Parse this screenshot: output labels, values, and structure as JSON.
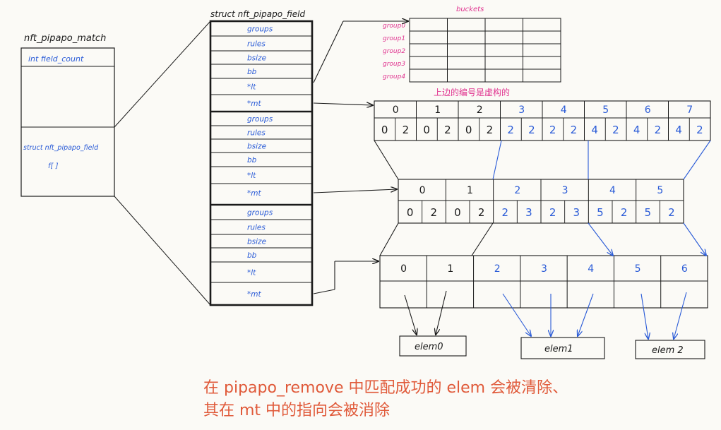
{
  "colors": {
    "ink": "#1a1a1a",
    "blue": "#2a5bd7",
    "pink": "#e0338f",
    "red": "#e05a3a",
    "paper": "#fbfaf6"
  },
  "match": {
    "title": "nft_pipapo_match",
    "field_count": "int  field_count",
    "field_struct": "struct nft_pipapo_field",
    "field_array": "f[ ]"
  },
  "field": {
    "title": "struct  nft_pipapo_field",
    "groups": [
      {
        "rows": [
          "groups",
          "rules",
          "bsize",
          "bb",
          "*lt",
          "*mt"
        ]
      },
      {
        "rows": [
          "groups",
          "rules",
          "bsize",
          "bb",
          "*lt",
          "*mt"
        ]
      },
      {
        "rows": [
          "groups",
          "rules",
          "bsize",
          "bb",
          "*lt",
          "*mt"
        ]
      }
    ]
  },
  "buckets": {
    "title": "buckets",
    "rows": [
      "group0",
      "group1",
      "group2",
      "group3",
      "group4"
    ]
  },
  "mt_note": "上边的编号是虚构的",
  "mt1": {
    "top": [
      "0",
      "1",
      "2",
      "3",
      "4",
      "5",
      "6",
      "7"
    ],
    "bottom": [
      "0",
      "2",
      "0",
      "2",
      "0",
      "2",
      "2",
      "2",
      "2",
      "2",
      "4",
      "2",
      "4",
      "2",
      "4",
      "2"
    ]
  },
  "mt2": {
    "top": [
      "0",
      "1",
      "2",
      "3",
      "4",
      "5"
    ],
    "bottom": [
      "0",
      "2",
      "0",
      "2",
      "2",
      "3",
      "2",
      "3",
      "5",
      "2",
      "5",
      "2"
    ]
  },
  "mt3": {
    "top": [
      "0",
      "1",
      "2",
      "3",
      "4",
      "5",
      "6"
    ]
  },
  "elems": [
    "elem0",
    "elem1",
    "elem 2"
  ],
  "caption": {
    "line1": "在 pipapo_remove 中匹配成功的 elem 会被清除、",
    "line2": "其在 mt 中的指向会被消除"
  }
}
